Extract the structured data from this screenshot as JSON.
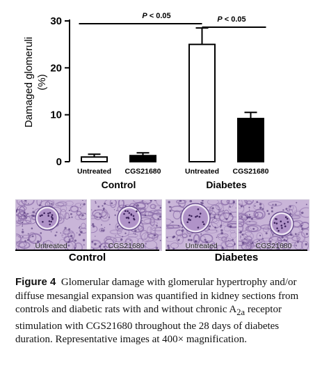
{
  "chart_data": {
    "type": "bar",
    "ylabel": "Damaged glomeruli (%)",
    "ylabel_lines": [
      "Damaged glomeruli",
      "(%)"
    ],
    "ylim": [
      0,
      30
    ],
    "yticks": [
      0,
      10,
      20,
      30
    ],
    "groups": [
      {
        "name": "Control",
        "categories": [
          "Untreated",
          "CGS21680"
        ]
      },
      {
        "name": "Diabetes",
        "categories": [
          "Untreated",
          "CGS21680"
        ]
      }
    ],
    "bars": [
      {
        "group": "Control",
        "category": "Untreated",
        "value": 1.0,
        "error": 0.6,
        "fill": "#ffffff"
      },
      {
        "group": "Control",
        "category": "CGS21680",
        "value": 1.3,
        "error": 0.6,
        "fill": "#000000"
      },
      {
        "group": "Diabetes",
        "category": "Untreated",
        "value": 25.0,
        "error": 3.5,
        "fill": "#ffffff"
      },
      {
        "group": "Diabetes",
        "category": "CGS21680",
        "value": 9.2,
        "error": 1.3,
        "fill": "#000000"
      }
    ],
    "significance": [
      {
        "from_bar": 0,
        "to_bar": 2,
        "label": "P < 0.05"
      },
      {
        "from_bar": 2,
        "to_bar": 3,
        "label": "P < 0.05"
      }
    ],
    "grid": false,
    "legend": "none"
  },
  "micrographs": {
    "images": [
      {
        "label": "Untreated",
        "group": "Control"
      },
      {
        "label": "CGS21680",
        "group": "Control"
      },
      {
        "label": "Untreated",
        "group": "Diabetes"
      },
      {
        "label": "CGS21680",
        "group": "Diabetes"
      }
    ],
    "group_labels": [
      "Control",
      "Diabetes"
    ],
    "stain_color": "#8a6ca8"
  },
  "caption": {
    "figure_label": "Figure 4",
    "text_before_sub": "Glomerular damage with glomerular hypertrophy and/or diffuse mesangial expansion was quantified in kidney sections from controls and diabetic rats with and without chronic A",
    "subscript": "2a",
    "text_after_sub": " receptor stimulation with CGS21680 throughout the 28 days of diabetes duration. Representative images at 400× magnification."
  }
}
